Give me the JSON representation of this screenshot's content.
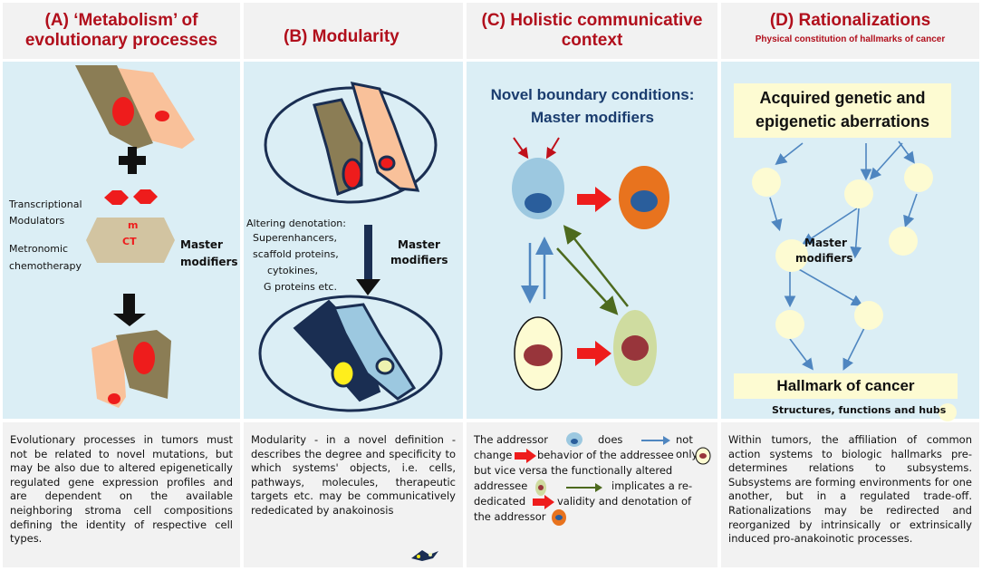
{
  "panels": {
    "a": {
      "title_line1": "(A) ‘Metabolism’ of",
      "title_line2": "evolutionary processes",
      "label_transcriptional": "Transcriptional",
      "label_modulators": "Modulators",
      "label_metronomic": "Metronomic",
      "label_chemotherapy": "chemotherapy",
      "hex_m": "m",
      "hex_ct": "CT",
      "master_1": "Master",
      "master_2": "modifiers",
      "text": "Evolutionary processes in tumors must not be related to novel mutations, but may be also due to altered epigenetically regulated gene expression profiles and are dependent on the available neighboring stroma cell compositions defining the identity of respective cell types."
    },
    "b": {
      "title": "(B) Modularity",
      "alter_title": "Altering denotation:",
      "alter_items": [
        "Superenhancers,",
        "scaffold proteins,",
        "cytokines,",
        "G proteins etc."
      ],
      "master_1": "Master",
      "master_2": "modifiers",
      "text": "Modularity - in a novel definition - describes the degree and specificity to which systems' objects, i.e. cells, pathways, molecules, therapeutic targets etc. may be communicatively rededicated by anakoinosis"
    },
    "c": {
      "title_line1": "(C) Holistic communicative",
      "title_line2": "context",
      "boundary_1": "Novel boundary conditions:",
      "boundary_2": "Master modifiers",
      "text_1a": "The addressor",
      "text_1b": "does",
      "text_1c": "not only",
      "text_2a": "change",
      "text_2b": "behavior of the addressee",
      "text_3": "but vice versa the functionally altered",
      "text_4a": "addressee",
      "text_4b": "implicates a re-",
      "text_5a": "dedicated",
      "text_5b": "validity and denotation of",
      "text_6": "the addressor"
    },
    "d": {
      "title": "(D) Rationalizations",
      "subtitle": "Physical constitution of hallmarks of cancer",
      "box_line1": "Acquired genetic and",
      "box_line2": "epigenetic aberrations",
      "master_1": "Master",
      "master_2": "modifiers",
      "hallmark": "Hallmark of cancer",
      "structures": "Structures, functions and hubs",
      "text": "Within tumors, the affiliation of common action systems to biologic hallmarks pre-determines relations to subsystems. Subsystems are forming environments for one another, but in a regulated trade-off. Rationalizations may be redirected and reorganized by intrinsically or extrinsically induced pro-anakoinotic processes."
    }
  },
  "colors": {
    "title_red": "#b10f1c",
    "art_bg": "#dbeef5",
    "text_bg": "#f2f2f2",
    "olive": "#8b7d55",
    "peach": "#f9c19a",
    "red": "#ee1c1c",
    "navy": "#1a2e52",
    "light_blue": "#9cc8e0",
    "cell_yellow": "#fdfbd2",
    "orange": "#e8731e",
    "dark_blue": "#2a5e9c",
    "maroon": "#98353b",
    "green_cell": "#cfdca0",
    "arrow_blue": "#4f86c0",
    "arrow_green": "#4d6a1e",
    "hub_yellow": "#fdfbd2"
  }
}
